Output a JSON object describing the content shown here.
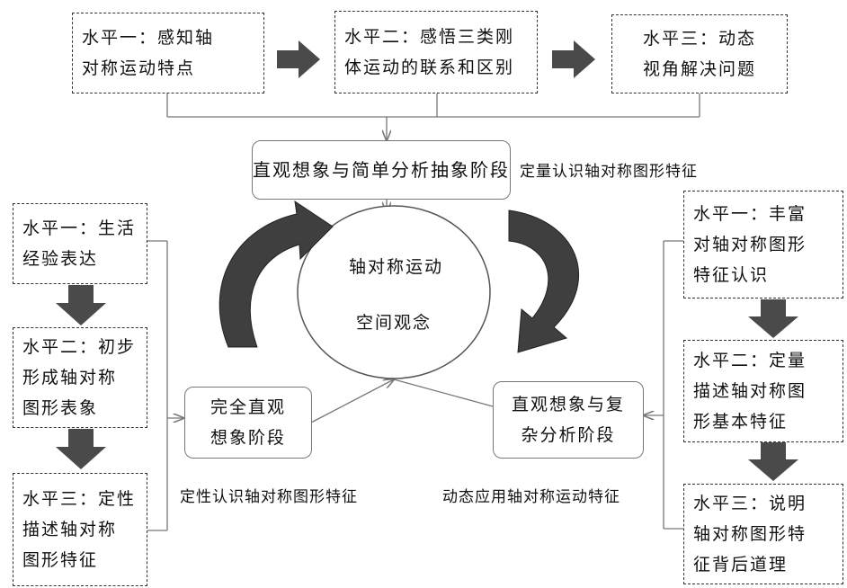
{
  "top": {
    "level1": [
      "水平一：感知轴",
      "对称运动特点"
    ],
    "level2": [
      "水平二：感悟三类刚",
      "体运动的联系和区别"
    ],
    "level3": [
      "水平三：动态",
      "视角解决问题"
    ]
  },
  "stage_top": "直观想象与简单分析抽象阶段",
  "stage_top_caption": "定量认识轴对称图形特征",
  "center": {
    "line1": "轴对称运动",
    "line2": "空间观念"
  },
  "left": {
    "level1": [
      "水平一：生活",
      "经验表达"
    ],
    "level2": [
      "水平二：初步",
      "形成轴对称",
      "图形表象"
    ],
    "level3": [
      "水平三：定性",
      "描述轴对称",
      "图形特征"
    ]
  },
  "stage_left": [
    "完全直观",
    "想象阶段"
  ],
  "stage_left_caption": "定性认识轴对称图形特征",
  "right": {
    "level1": [
      "水平一：丰富",
      "对轴对称图形",
      "特征认识"
    ],
    "level2": [
      "水平二：定量",
      "描述轴对称图",
      "形基本特征"
    ],
    "level3": [
      "水平三：说明",
      "轴对称图形特",
      "征背后道理"
    ]
  },
  "stage_right": [
    "直观想象与复",
    "杂分析阶段"
  ],
  "stage_right_caption": "动态应用轴对称运动特征"
}
